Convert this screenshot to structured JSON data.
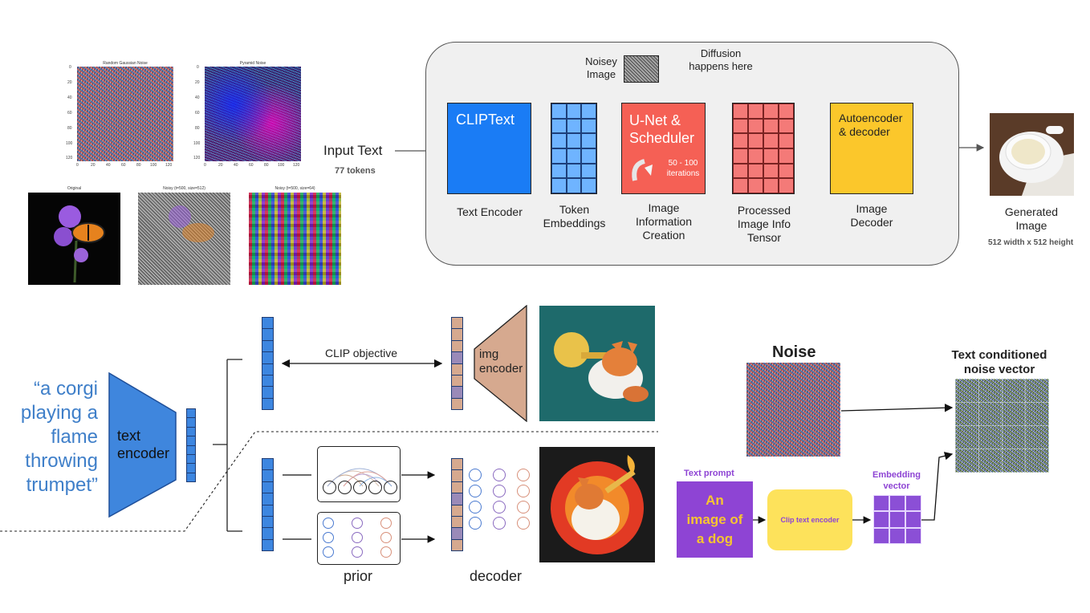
{
  "noise_panels": {
    "random_title": "Random Gaussian Noise",
    "pyramid_title": "Pyramid Noise",
    "y_ticks": [
      "0",
      "20",
      "40",
      "60",
      "80",
      "100",
      "120"
    ],
    "x_ticks": [
      "0",
      "20",
      "40",
      "60",
      "80",
      "100",
      "120"
    ],
    "original_title": "Original",
    "noisy512_title": "Noisy (t=500, size=512)",
    "noisy64_title": "Noisy (t=500, size=64)"
  },
  "pipeline": {
    "input_text": "Input Text",
    "tokens": "77 tokens",
    "noisy_image": [
      "Noisey",
      "Image"
    ],
    "diffusion_note": [
      "Diffusion",
      "happens here"
    ],
    "cliptext": "CLIPText",
    "text_encoder": "Text Encoder",
    "token_embeddings": [
      "Token",
      "Embeddings"
    ],
    "unet": [
      "U-Net &",
      "Scheduler"
    ],
    "iterations": [
      "50 - 100",
      "iterations"
    ],
    "image_info_creation": [
      "Image",
      "Information",
      "Creation"
    ],
    "processed_tensor": [
      "Processed",
      "Image Info",
      "Tensor"
    ],
    "autoencoder": [
      "Autoencoder",
      "& decoder"
    ],
    "image_decoder": [
      "Image",
      "Decoder"
    ],
    "generated_image": [
      "Generated",
      "Image"
    ],
    "resolution": "512 width  x 512 height",
    "colors": {
      "clip": "#1a7cf5",
      "grid": "#6fb4ff",
      "unet": "#f56055",
      "tensor": "#f47a78",
      "decoder": "#fbc72b"
    }
  },
  "unclip": {
    "prompt": [
      "“a corgi",
      "playing a",
      "flame",
      "throwing",
      "trumpet”"
    ],
    "text_encoder": [
      "text",
      "encoder"
    ],
    "clip_objective": "CLIP objective",
    "img_encoder": [
      "img",
      "encoder"
    ],
    "prior": "prior",
    "decoder": "decoder",
    "colors": {
      "prompt": "#3f7fc9",
      "encoder": "#3f86dd",
      "img_encoder": "#d6a98f"
    }
  },
  "conditioning": {
    "noise": "Noise",
    "text_conditioned": [
      "Text conditioned",
      "noise vector"
    ],
    "text_prompt_title": "Text prompt",
    "text_prompt": [
      "An",
      "image of",
      "a dog"
    ],
    "clip_text_encoder": "Clip text encoder",
    "embedding_vector": [
      "Embedding",
      "vector"
    ],
    "colors": {
      "prompt_box": "#8e44d4",
      "prompt_text": "#f6c531",
      "clip_box": "#fde25b",
      "embedding": "#8b4fd6"
    }
  }
}
